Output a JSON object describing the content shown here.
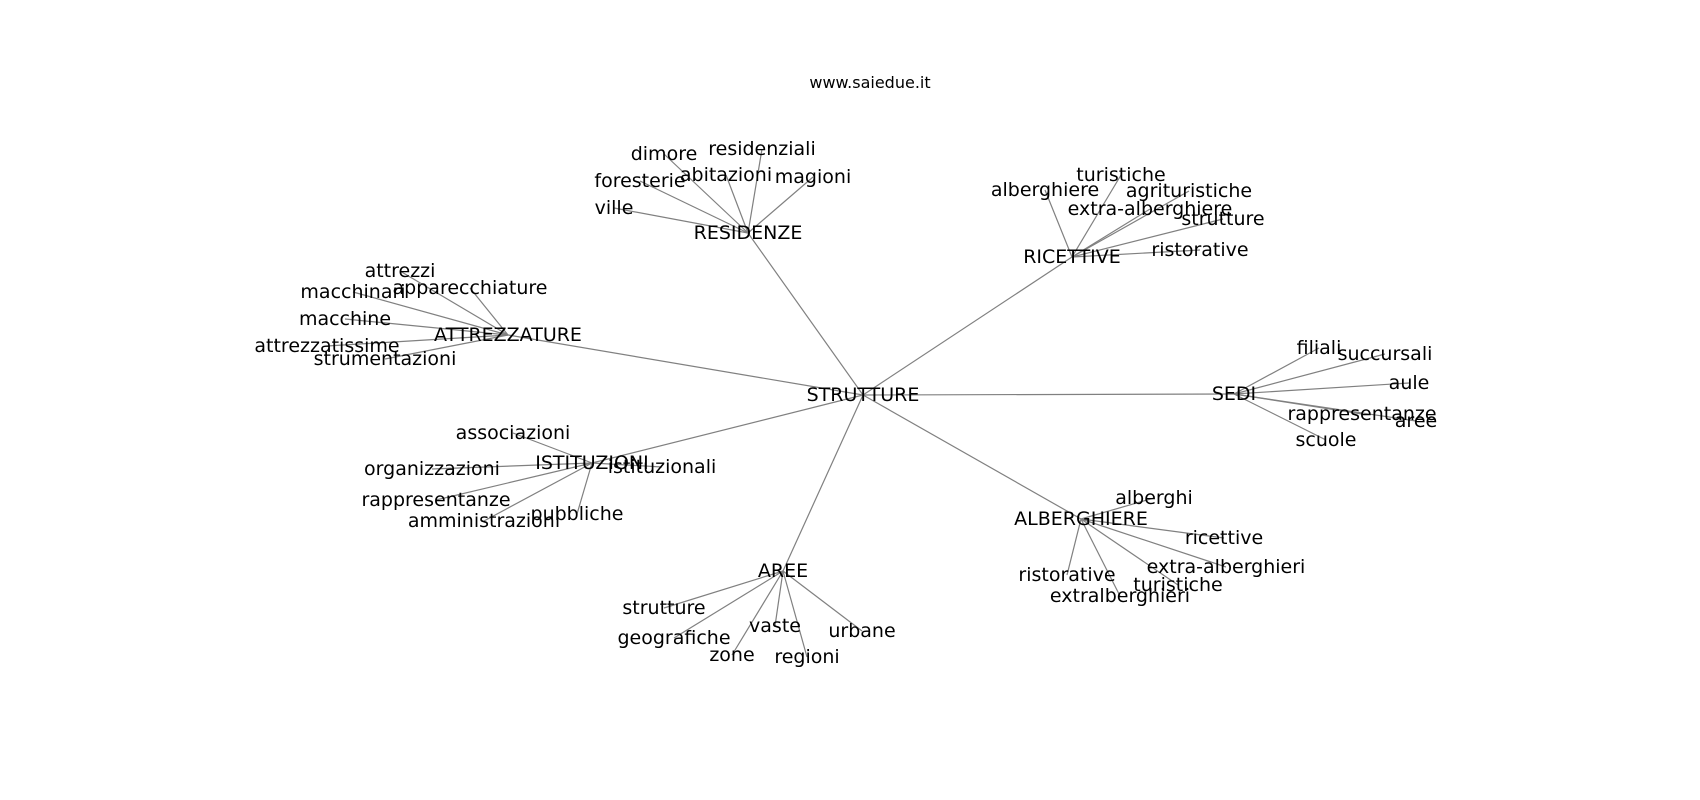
{
  "credit": "www.saiedue.it",
  "edge_color": "#808080",
  "text_color": "#000000",
  "background": "#ffffff",
  "root": "STRUTTURE",
  "groups": [
    {
      "id": "residenze",
      "label": "RESIDENZE",
      "leaves": [
        "dimore",
        "residenziali",
        "foresterie",
        "abitazioni",
        "magioni",
        "ville"
      ]
    },
    {
      "id": "ricettive",
      "label": "RICETTIVE",
      "leaves": [
        "turistiche",
        "alberghiere",
        "agrituristiche",
        "extra-alberghiere",
        "strutture",
        "ristorative"
      ]
    },
    {
      "id": "attrezzature",
      "label": "ATTREZZATURE",
      "leaves": [
        "attrezzi",
        "apparecchiature",
        "macchinari",
        "macchine",
        "attrezzatissime",
        "strumentazioni"
      ]
    },
    {
      "id": "sedi",
      "label": "SEDI",
      "leaves": [
        "filiali",
        "succursali",
        "aule",
        "rappresentanze",
        "aree",
        "scuole"
      ]
    },
    {
      "id": "istituzioni",
      "label": "ISTITUZIONI",
      "leaves": [
        "associazioni",
        "organizzazioni",
        "istituzionali",
        "rappresentanze",
        "pubbliche",
        "amministrazioni"
      ]
    },
    {
      "id": "alberghiere",
      "label": "ALBERGHIERE",
      "leaves": [
        "alberghi",
        "ricettive",
        "extra-alberghieri",
        "ristorative",
        "turistiche",
        "extralberghieri"
      ]
    },
    {
      "id": "aree",
      "label": "AREE",
      "leaves": [
        "strutture",
        "geografiche",
        "vaste",
        "urbane",
        "zone",
        "regioni"
      ]
    }
  ]
}
